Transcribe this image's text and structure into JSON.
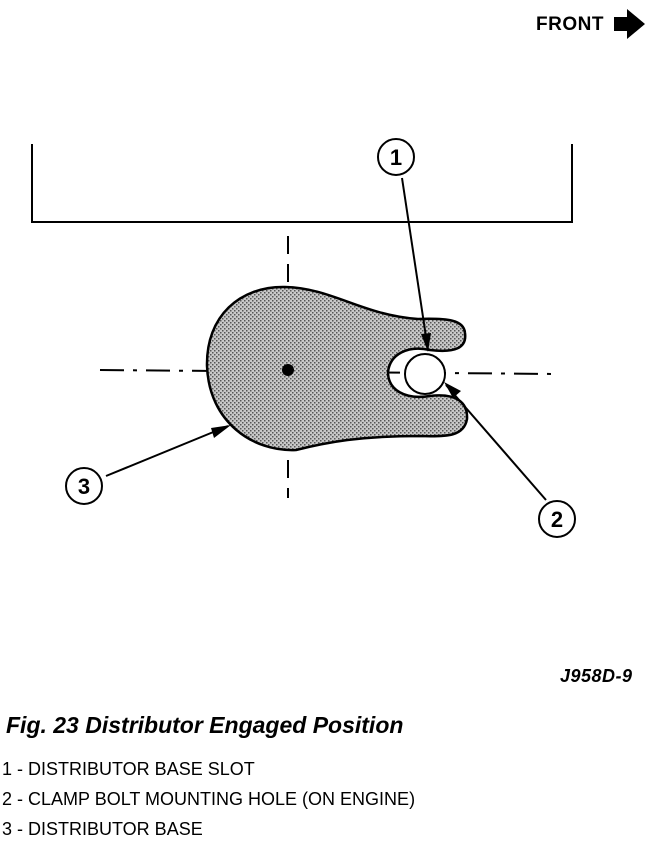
{
  "header": {
    "front_label": "FRONT",
    "front_icon": "arrow-right-icon"
  },
  "callouts": [
    {
      "number": "1"
    },
    {
      "number": "2"
    },
    {
      "number": "3"
    }
  ],
  "figure": {
    "code": "J958D-9",
    "title": "Fig. 23 Distributor Engaged Position"
  },
  "legend": [
    "1 - DISTRIBUTOR BASE SLOT",
    "2 - CLAMP BOLT MOUNTING HOLE (ON ENGINE)",
    "3 - DISTRIBUTOR BASE"
  ],
  "colors": {
    "ink": "#000000",
    "fill": "#8c8c8c",
    "paper": "#ffffff"
  }
}
